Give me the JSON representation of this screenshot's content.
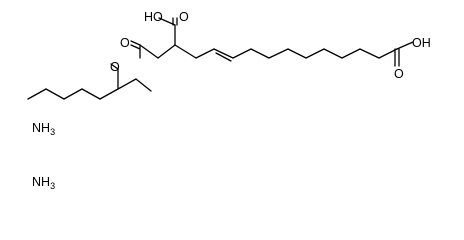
{
  "molecule": {
    "atom_labels": {
      "acid_top_oh": "HO",
      "acid_top_o": "O",
      "ester_o_carbonyl": "O",
      "ester_o_link": "O",
      "acid_right_oh": "OH",
      "acid_right_o": "O"
    },
    "counterions": [
      {
        "symbol": "NH",
        "subscript": "3"
      },
      {
        "symbol": "NH",
        "subscript": "3"
      }
    ]
  }
}
